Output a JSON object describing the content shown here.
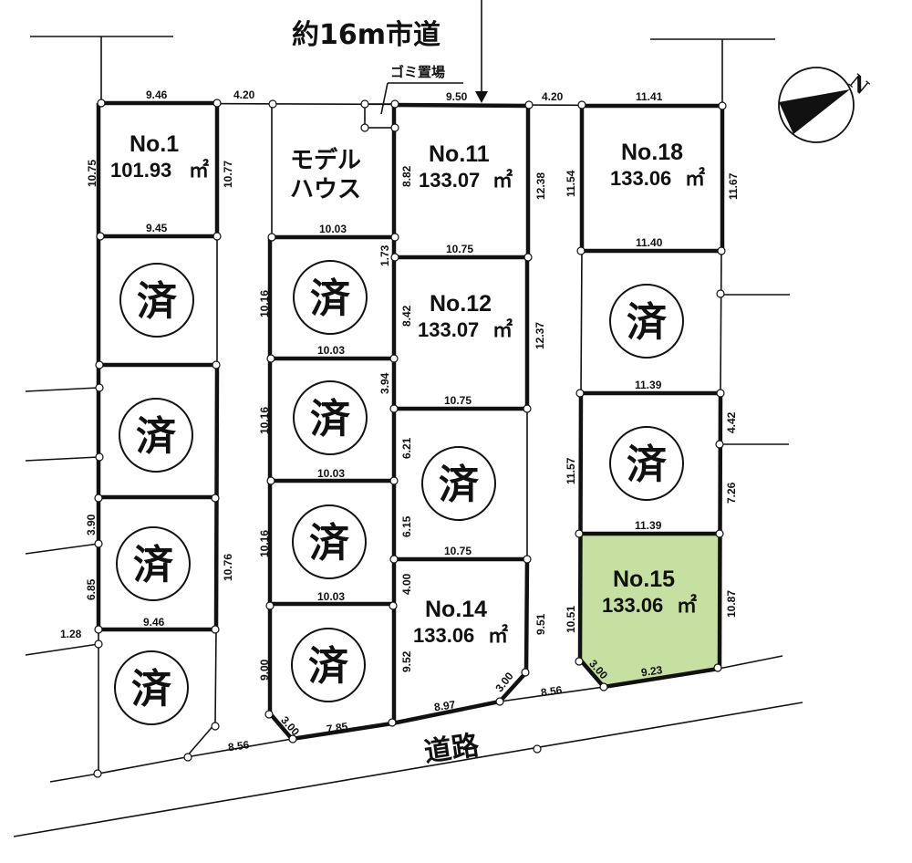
{
  "title": "約16m市道",
  "garbage_label": "ゴミ置場",
  "road_label": "道路",
  "compass_label": "N",
  "highlight_color": "#c5e0a0",
  "sold_mark": "済",
  "area_unit": "㎡",
  "lots": {
    "no1": {
      "label": "No.1",
      "area": "101.93"
    },
    "model": {
      "label_line1": "モデル",
      "label_line2": "ハウス"
    },
    "no11": {
      "label": "No.11",
      "area": "133.07"
    },
    "no12": {
      "label": "No.12",
      "area": "133.07"
    },
    "no14": {
      "label": "No.14",
      "area": "133.06"
    },
    "no15": {
      "label": "No.15",
      "area": "133.06"
    },
    "no18": {
      "label": "No.18",
      "area": "133.06"
    }
  },
  "dims": {
    "no1_top": "9.46",
    "gap_top_left": "4.20",
    "no11_top": "9.50",
    "gap_top_right": "4.20",
    "no18_top": "11.41",
    "no1_left": "10.75",
    "no1_right": "10.77",
    "no1_bottom": "9.45",
    "model_bottom": "10.03",
    "no11_left": "8.82",
    "no11_right": "12.38",
    "no11_bottom": "10.75",
    "no18_left": "11.54",
    "no18_right": "11.67",
    "no18_bottom": "11.40",
    "m2_left": "10.16",
    "m2_bottom": "10.03",
    "m3_left": "10.16",
    "m3_bottom": "10.03",
    "m4_left": "10.16",
    "m4_bottom": "10.03",
    "m5_left": "9.00",
    "m5_corner": "3.00",
    "m5_bottom": "7.85",
    "m5_right": "9.52",
    "c_173": "1.73",
    "c_842": "8.42",
    "c_394": "3.94",
    "c_621": "6.21",
    "c_615": "6.15",
    "c_400": "4.00",
    "no12_right": "12.37",
    "no12_bottom": "10.75",
    "c3_bottom": "10.75",
    "no14_right": "9.51",
    "no14_corner": "3.00",
    "no14_bottom": "8.97",
    "r2_bottom": "11.39",
    "r3_bottom": "11.39",
    "r_left": "11.57",
    "r_442": "4.42",
    "r_726": "7.26",
    "no15_left": "10.51",
    "no15_right": "10.87",
    "no15_corner": "3.00",
    "no15_bottom": "9.23",
    "l_390": "3.90",
    "l_685": "6.85",
    "l_128": "1.28",
    "l4_bottom": "9.46",
    "l_right": "10.76",
    "road_left": "8.56",
    "road_mid": "8.56"
  }
}
